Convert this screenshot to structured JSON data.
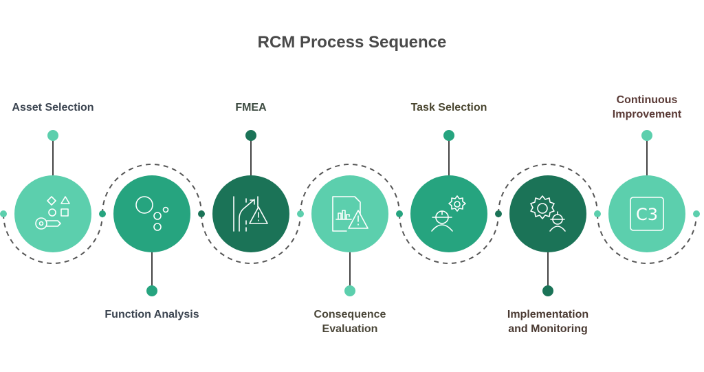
{
  "title": "RCM Process Sequence",
  "colors": {
    "light": "#5ccfad",
    "medium": "#26a47f",
    "dark": "#1b7357",
    "connector": "#444444",
    "dash": "#555555"
  },
  "steps": [
    {
      "label": "Asset Selection",
      "position": "top",
      "shade": "light",
      "icon": "shapes-key-icon",
      "label_color": "#3b4450"
    },
    {
      "label": "Function Analysis",
      "position": "bottom",
      "shade": "medium",
      "icon": "bubbles-icon",
      "label_color": "#3b4450"
    },
    {
      "label": "FMEA",
      "position": "top",
      "shade": "dark",
      "icon": "road-warning-icon",
      "label_color": "#3c4a40"
    },
    {
      "label": "Consequence Evaluation",
      "position": "bottom",
      "shade": "light",
      "icon": "report-warning-icon",
      "label_color": "#4a4638"
    },
    {
      "label": "Task Selection",
      "position": "top",
      "shade": "medium",
      "icon": "worker-gear-icon",
      "label_color": "#4a4630"
    },
    {
      "label": "Implementation and Monitoring",
      "position": "bottom",
      "shade": "dark",
      "icon": "gear-worker-icon",
      "label_color": "#4a3a32"
    },
    {
      "label": "Continuous Improvement",
      "position": "top",
      "shade": "light",
      "icon": "c3-box-icon",
      "label_color": "#5a3a36"
    }
  ],
  "c3_text": "C3"
}
